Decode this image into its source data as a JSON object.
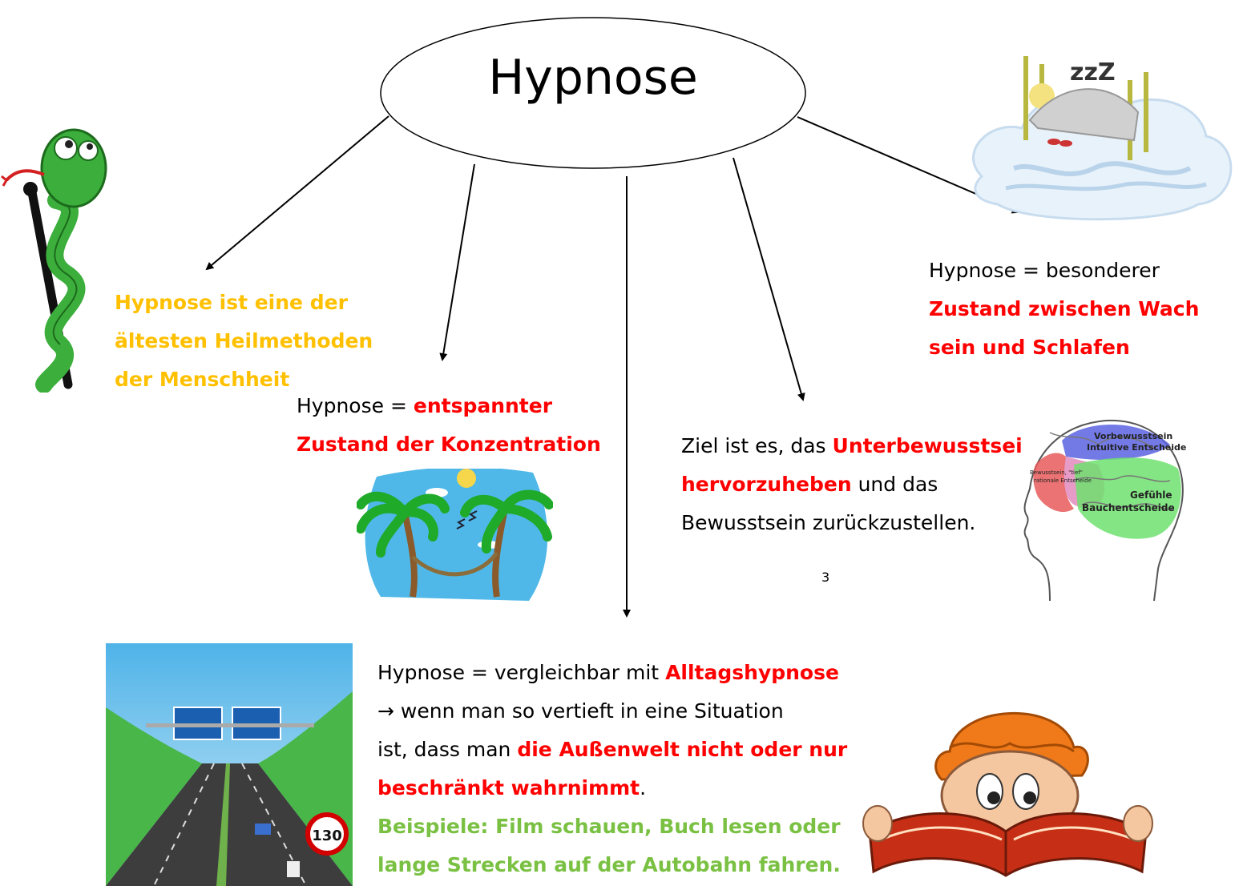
{
  "center": {
    "title": "Hypnose"
  },
  "nodes": {
    "history": {
      "line1": "Hypnose ist eine der",
      "line2": "ältesten Heilmethoden",
      "line3": "der Menschheit"
    },
    "relaxed": {
      "prefix": "Hypnose  = ",
      "highlight1": "entspannter",
      "highlight2": "Zustand der Konzentration"
    },
    "state": {
      "line1": "Hypnose = besonderer",
      "highlight1": "Zustand zwischen Wach",
      "highlight2": "sein und Schlafen"
    },
    "goal": {
      "prefix": "Ziel ist es, das ",
      "highlight1": "Unterbewusstsei",
      "highlight2": "hervorzuheben",
      "suffix2": " und das",
      "line3": "Bewusstsein zurückzustellen."
    },
    "everyday": {
      "prefix": "Hypnose = vergleichbar mit ",
      "highlight1": "Alltagshypnose",
      "line2": "→  wenn man so vertieft in eine Situation",
      "line3prefix": "ist, dass man ",
      "highlight2": "die Außenwelt nicht oder nur",
      "highlight3": "beschränkt wahrnimmt",
      "suffix4": ".",
      "examples1": "Beispiele: Film schauen, Buch lesen oder",
      "examples2": "lange Strecken auf der Autobahn fahren."
    }
  },
  "page_number": "3",
  "images": {
    "brain_labels": {
      "top1": "Vorbewusstsein",
      "top2": "Intuitive Entscheide",
      "left1": "Bewusstsein, \"tief\"",
      "left2": "rationale Entscheide",
      "right1": "Gefühle",
      "right2": "Bauchentscheide"
    },
    "speed_sign": "130",
    "sleep_letters": "zzZ"
  },
  "colors": {
    "highlight_red": "#ff0000",
    "orange": "#ffc000",
    "green": "#7ac143"
  }
}
